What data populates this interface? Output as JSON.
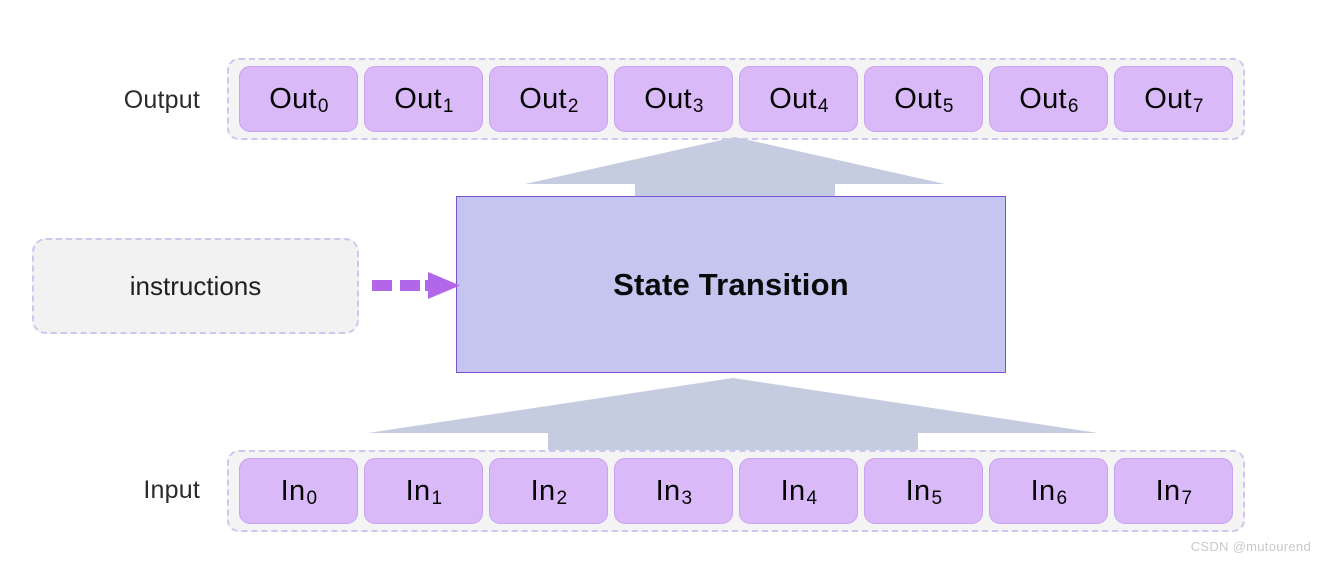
{
  "diagram": {
    "title": "State Transition machine diagram",
    "background_color": "#ffffff"
  },
  "colors": {
    "token_fill": "#d9b9f7",
    "token_border": "#c9a3f0",
    "group_fill": "#f4f4f4",
    "group_border": "#cfc5ef",
    "state_fill": "#c4c6f0",
    "state_border": "#7b52d6",
    "instructions_fill": "#f2f2f2",
    "instructions_border": "#cfc5ef",
    "dashed_arrow": "#b266e8",
    "block_arrow": "#c5cce0",
    "label_text": "#2b2b2b",
    "watermark": "#c9c9c9"
  },
  "output_row": {
    "label": "Output",
    "tokens": [
      {
        "base": "Out",
        "sub": "0"
      },
      {
        "base": "Out",
        "sub": "1"
      },
      {
        "base": "Out",
        "sub": "2"
      },
      {
        "base": "Out",
        "sub": "3"
      },
      {
        "base": "Out",
        "sub": "4"
      },
      {
        "base": "Out",
        "sub": "5"
      },
      {
        "base": "Out",
        "sub": "6"
      },
      {
        "base": "Out",
        "sub": "7"
      }
    ]
  },
  "input_row": {
    "label": "Input",
    "tokens": [
      {
        "base": "In",
        "sub": "0"
      },
      {
        "base": "In",
        "sub": "1"
      },
      {
        "base": "In",
        "sub": "2"
      },
      {
        "base": "In",
        "sub": "3"
      },
      {
        "base": "In",
        "sub": "4"
      },
      {
        "base": "In",
        "sub": "5"
      },
      {
        "base": "In",
        "sub": "6"
      },
      {
        "base": "In",
        "sub": "7"
      }
    ]
  },
  "state_box": {
    "title": "State Transition"
  },
  "instructions": {
    "label": "instructions",
    "arrow_style": "dashed-right-arrow"
  },
  "arrows": {
    "input_to_state": "up-block-arrow",
    "state_to_output": "up-block-arrow"
  },
  "watermark": {
    "text": "CSDN @mutourend"
  }
}
